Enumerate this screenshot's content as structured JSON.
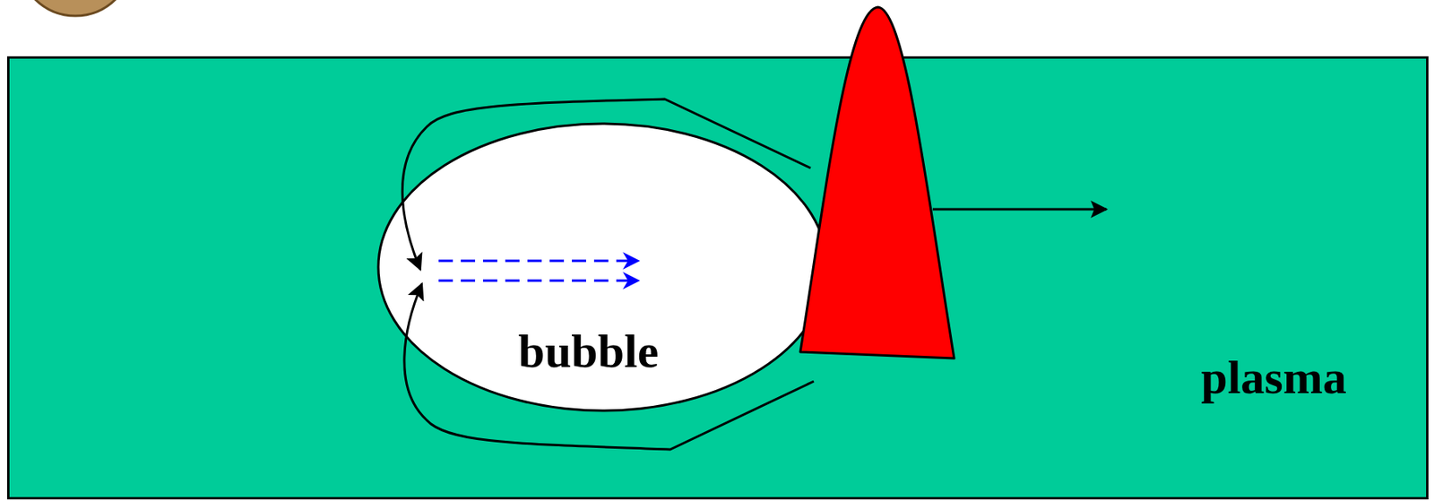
{
  "diagram": {
    "nodes": [
      {
        "text": [
          "plasma"
        ]
      },
      {
        "text": [
          "bubble"
        ],
        "in": 0
      }
    ]
  }
}
